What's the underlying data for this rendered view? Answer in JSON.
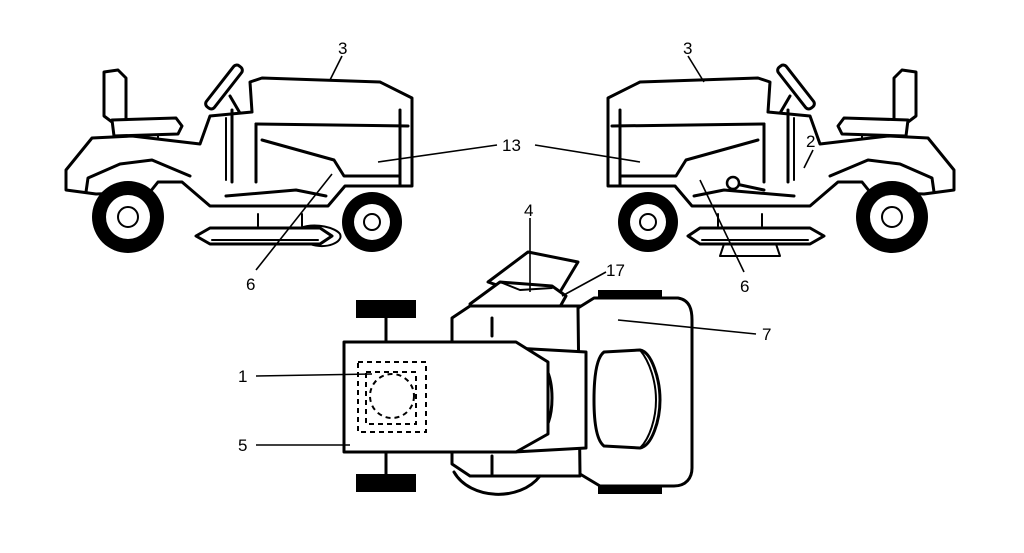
{
  "callouts": {
    "left_hood_3": "3",
    "left_side_13": "13",
    "left_frame_6": "6",
    "right_hood_3": "3",
    "right_fender_2": "2",
    "right_frame_6": "6",
    "top_chute_4": "4",
    "top_chute_17": "17",
    "top_deck_7": "7",
    "top_hood_1": "1",
    "top_hood_5": "5"
  }
}
